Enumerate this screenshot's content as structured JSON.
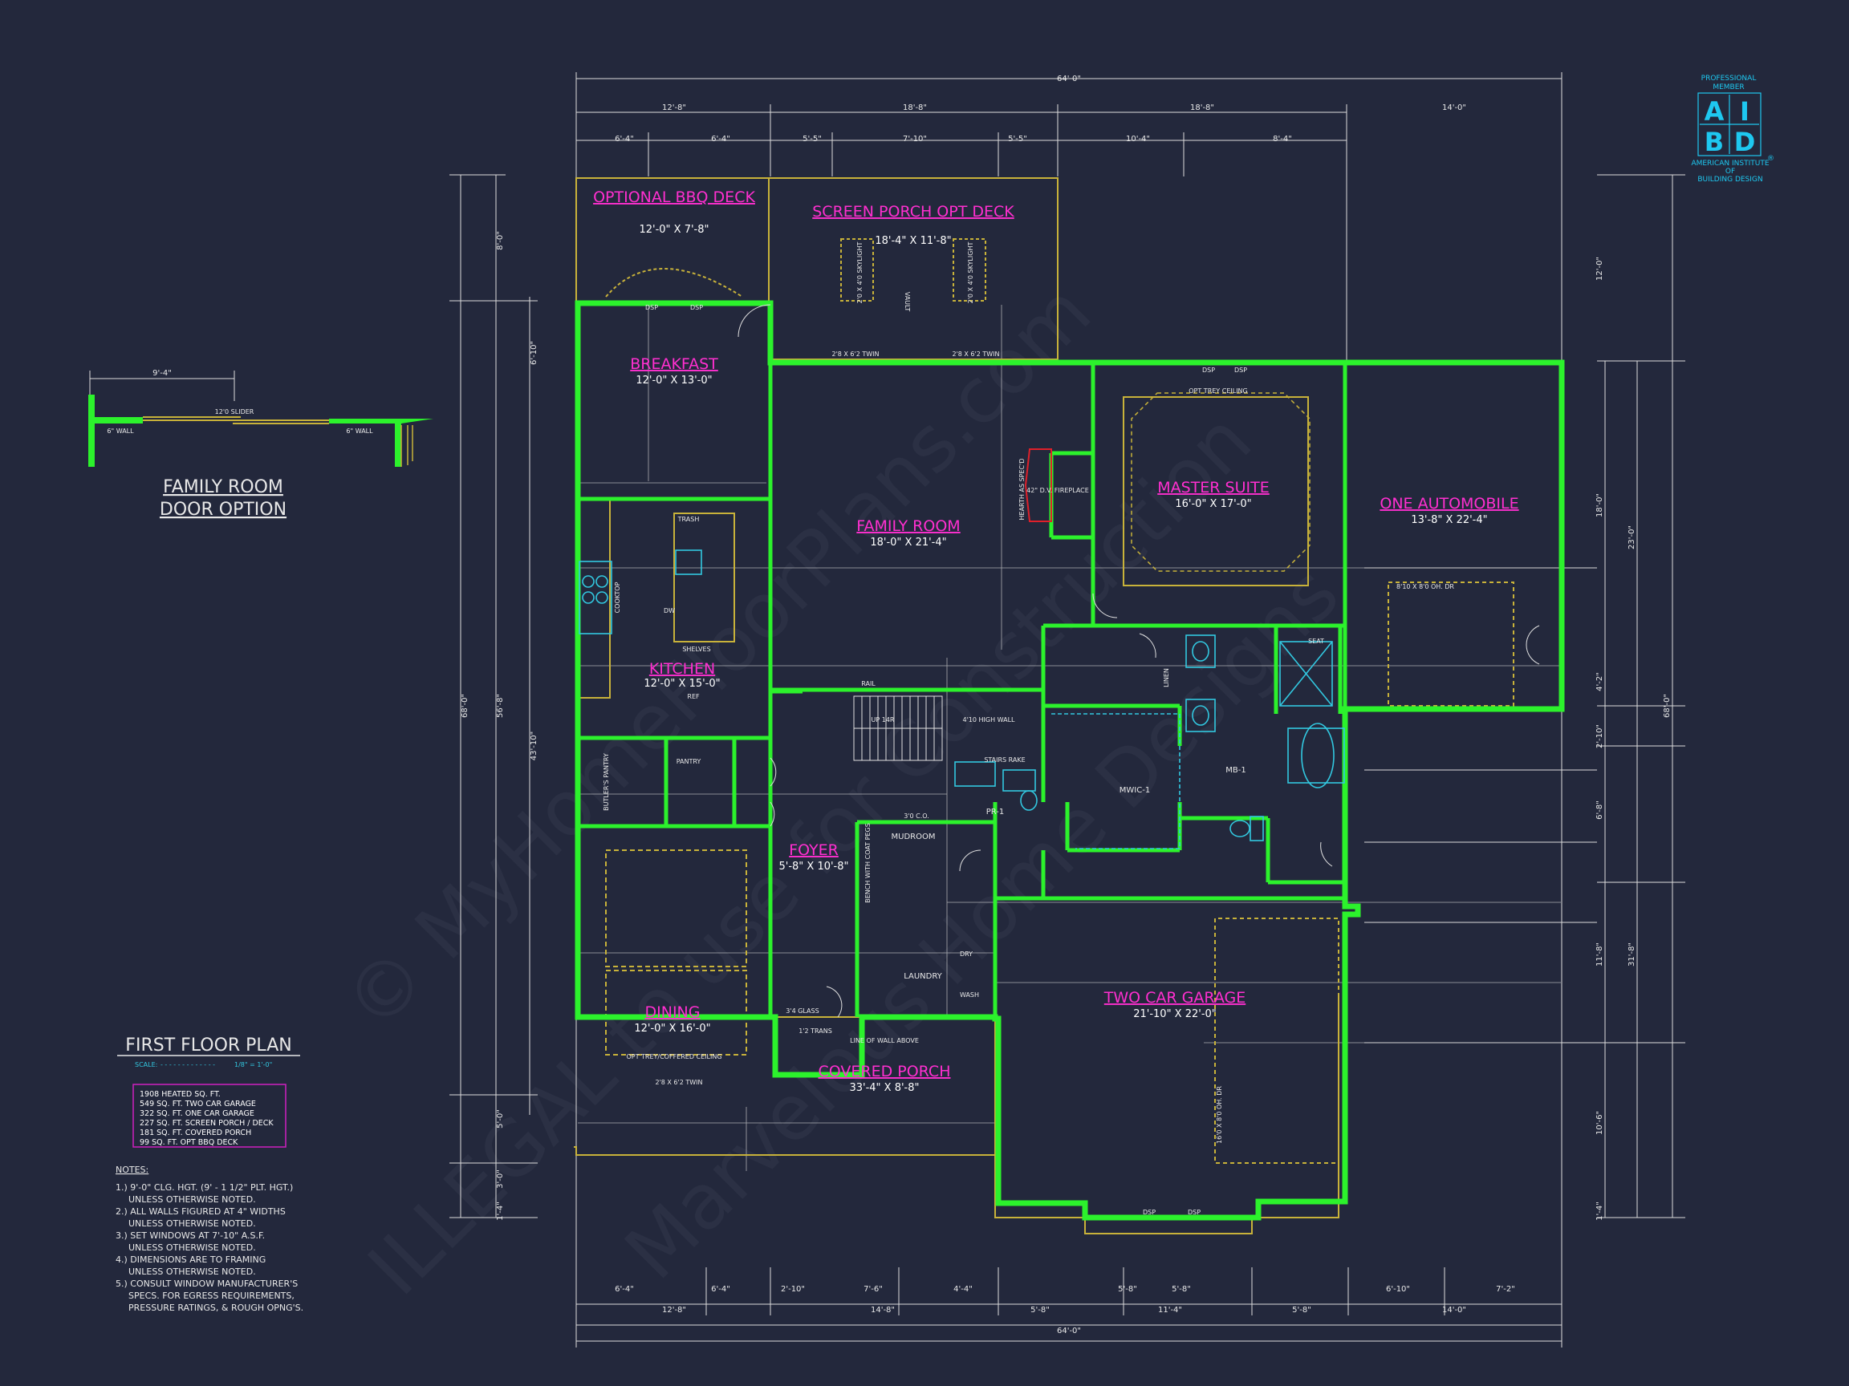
{
  "overall_dims": {
    "top_total": "64'-0\"",
    "bottom_total": "64'-0\"",
    "left_total": "68'-0\"",
    "right_total": "68'-0\""
  },
  "top_dims_row1": [
    "12'-8\"",
    "18'-8\"",
    "18'-8\"",
    "14'-0\""
  ],
  "top_dims_row2": [
    "6'-4\"",
    "6'-4\"",
    "5'-5\"",
    "7'-10\"",
    "5'-5\"",
    "10'-4\"",
    "8'-4\""
  ],
  "bottom_dims_row1": [
    "6'-4\"",
    "6'-4\"",
    "2'-10\"",
    "7'-6\"",
    "4'-4\"",
    "5'-8\"",
    "5'-8\"",
    "6'-10\"",
    "7'-2\""
  ],
  "bottom_dims_row2": [
    "12'-8\"",
    "14'-8\"",
    "5'-8\"",
    "11'-4\"",
    "5'-8\"",
    "14'-0\""
  ],
  "left_dims_outer": [
    "8'-0\"",
    "6'-10\"",
    "43'-10\"",
    "5'-0\"",
    "3'-0\"",
    "1'-4\""
  ],
  "left_dims_mid": [
    "56'-8\""
  ],
  "right_dims_outer": [
    "12'-0\"",
    "18'-0\"",
    "4'-2\"",
    "2'-10\"",
    "6'-8\"",
    "11'-8\"",
    "10'-6\"",
    "1'-4\""
  ],
  "right_dims_mid": [
    "23'-0\"",
    "31'-8\""
  ],
  "rooms": [
    {
      "name": "OPTIONAL BBQ DECK",
      "size": "12'-0\" X 7'-8\""
    },
    {
      "name": "SCREEN PORCH OPT DECK",
      "size": "18'-4\" X 11'-8\""
    },
    {
      "name": "BREAKFAST",
      "size": "12'-0\" X 13'-0\""
    },
    {
      "name": "FAMILY ROOM",
      "size": "18'-0\" X 21'-4\""
    },
    {
      "name": "MASTER SUITE",
      "size": "16'-0\" X 17'-0\""
    },
    {
      "name": "ONE AUTOMOBILE",
      "size": "13'-8\" X 22'-4\""
    },
    {
      "name": "KITCHEN",
      "size": "12'-0\" X 15'-0\""
    },
    {
      "name": "FOYER",
      "size": "5'-8\" X 10'-8\""
    },
    {
      "name": "DINING",
      "size": "12'-0\" X 16'-0\""
    },
    {
      "name": "TWO CAR GARAGE",
      "size": "21'-10\" X 22'-0\""
    },
    {
      "name": "COVERED PORCH",
      "size": "33'-4\" X 8'-8\""
    }
  ],
  "small_labels": {
    "mudroom": "MUDROOM",
    "laundry": "LAUNDRY",
    "mb1": "MB-1",
    "mwic1": "MWIC-1",
    "pr1": "PR-1",
    "pantry": "PANTRY",
    "butlers": "BUTLER'S PANTRY",
    "linen": "LINEN",
    "seat": "SEAT",
    "shelves": "SHELVES",
    "trash": "TRASH",
    "dw": "DW",
    "cooktop": "COOKTOP",
    "ref": "REF",
    "dry": "DRY",
    "wash": "WASH",
    "fireplace": "42\" D.V. FIREPLACE",
    "hearth": "HEARTH AS SPEC'D",
    "trey_master": "OPT TREY CEILING",
    "trey_dining": "OPT TREY/COFFERED CEILING",
    "line_wall": "LINE OF WALL ABOVE",
    "up": "UP 14R",
    "rail": "RAIL",
    "garage_door": "8'10 X 8'0 OH. DR",
    "garage_door2": "16'0 X 8'0 OH. DR",
    "wall_high": "4'10 HIGH WALL",
    "stairs": "STAIRS RAKE",
    "bench": "BENCH WITH COAT PEGS",
    "skylight": "2'0 X 4'0 SKYLIGHT",
    "vault": "VAULT",
    "twin_window": "2'8 X 6'2 TWIN",
    "trans": "1'2 TRANS",
    "glass": "3'4 GLASS",
    "co": "3'0 C.O.",
    "dsp": "DSP"
  },
  "family_door_option": {
    "title_line1": "FAMILY ROOM",
    "title_line2": "DOOR OPTION",
    "dim": "9'-4\"",
    "slider": "12'0 SLIDER",
    "wall": "6\" WALL"
  },
  "plan_title": {
    "title": "FIRST FLOOR PLAN",
    "scale_label": "SCALE:",
    "scale_value": "1/8\" = 1'-0\""
  },
  "legend": [
    "1908 HEATED SQ. FT.",
    "549 SQ. FT. TWO CAR GARAGE",
    "322 SQ. FT. ONE CAR GARAGE",
    "227 SQ. FT. SCREEN PORCH / DECK",
    "181 SQ. FT. COVERED PORCH",
    "99 SQ. FT. OPT BBQ DECK"
  ],
  "notes_title": "NOTES:",
  "notes": [
    "1.) 9'-0\" CLG. HGT. (9' - 1 1/2\" PLT. HGT.)",
    "UNLESS OTHERWISE NOTED.",
    "2.) ALL WALLS FIGURED AT 4\" WIDTHS",
    "UNLESS OTHERWISE NOTED.",
    "3.) SET WINDOWS AT 7'-10\" A.S.F.",
    "UNLESS OTHERWISE NOTED.",
    "4.) DIMENSIONS ARE TO FRAMING",
    "UNLESS OTHERWISE NOTED.",
    "5.) CONSULT WINDOW MANUFACTURER'S",
    "SPECS. FOR EGRESS REQUIREMENTS,",
    "PRESSURE RATINGS, & ROUGH OPNG'S."
  ],
  "badge": {
    "top1": "PROFESSIONAL",
    "top2": "MEMBER",
    "letters": [
      "A",
      "I",
      "B",
      "D"
    ],
    "bottom1": "AMERICAN INSTITUTE",
    "bottom2": "OF",
    "bottom3": "BUILDING DESIGN",
    "reg": "®"
  },
  "watermarks": [
    "© MyHomeFloorPlans.com",
    "ILLEGAL to use for Construction",
    "Marvelous Home Designs"
  ],
  "colors": {
    "background": "#23283c",
    "walls": "#2cf22c",
    "outline": "#c8b23a",
    "dim_lines": "#e0e0e0",
    "room_names": "#ff2fd0",
    "fixtures": "#32c8e0",
    "fireplace": "#e0202a",
    "legend_border": "#d020c0",
    "badge": "#1ec8f0"
  }
}
